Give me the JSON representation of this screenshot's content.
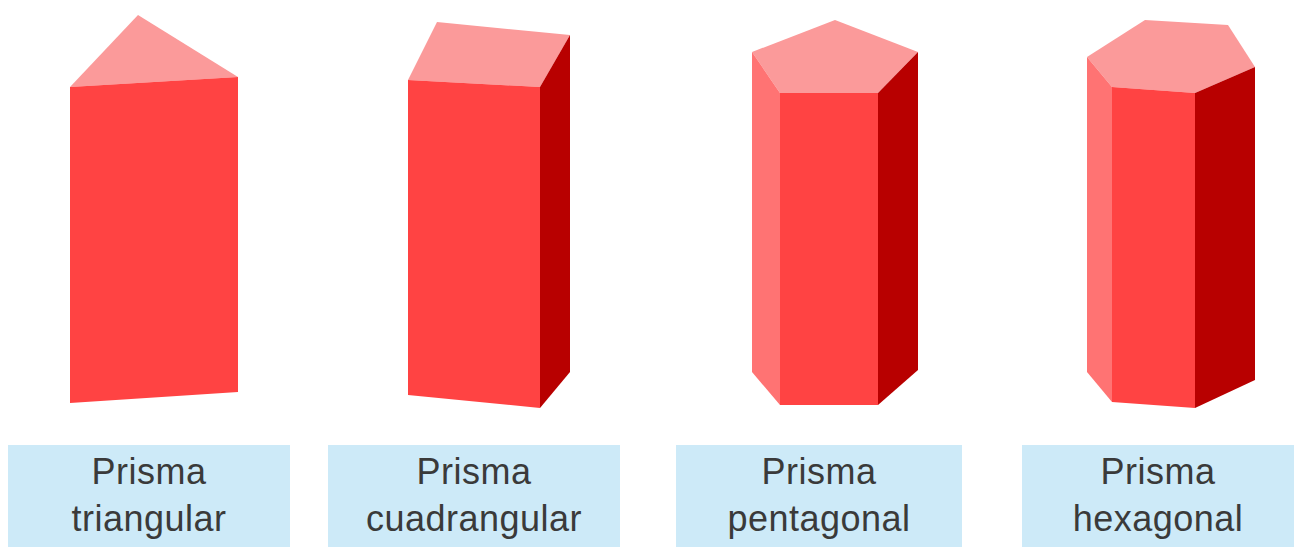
{
  "diagram": {
    "nodes": [
      {
        "text": [
          "Prisma triangular"
        ]
      },
      {
        "text": [
          "Prisma cuadrangular"
        ]
      },
      {
        "text": [
          "Prisma pentagonal"
        ]
      },
      {
        "text": [
          "Prisma hexagonal"
        ]
      }
    ]
  }
}
